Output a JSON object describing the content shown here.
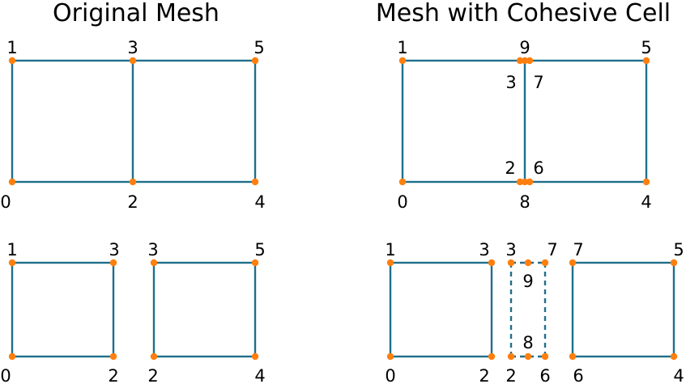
{
  "titles": {
    "left": "Original Mesh",
    "right": "Mesh with Cohesive Cell"
  },
  "colors": {
    "edge": "#1f6f8b",
    "vertex": "#ff7f0e",
    "text": "#000000"
  },
  "labels": {
    "orig_mesh": [
      "1",
      "3",
      "5",
      "0",
      "2",
      "4"
    ],
    "orig_cell_a": [
      "1",
      "3",
      "0",
      "2"
    ],
    "orig_cell_b": [
      "3",
      "5",
      "2",
      "4"
    ],
    "coh_mesh": [
      "1",
      "9",
      "5",
      "3",
      "7",
      "2",
      "6",
      "0",
      "8",
      "4"
    ],
    "coh_cell_a": [
      "1",
      "3",
      "0",
      "2"
    ],
    "coh_cohesive": [
      "3",
      "7",
      "9",
      "8",
      "2",
      "6"
    ],
    "coh_cell_b": [
      "7",
      "5",
      "6",
      "4"
    ]
  }
}
